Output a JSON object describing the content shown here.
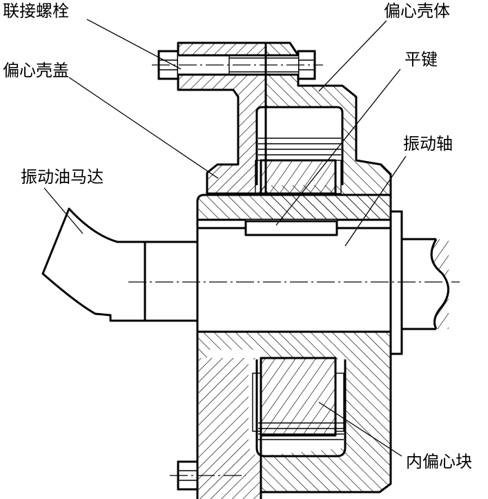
{
  "labels": {
    "bolt": "联接螺栓",
    "housing": "偏心壳体",
    "cover": "偏心壳盖",
    "key": "平键",
    "motor": "振动油马达",
    "shaft": "振动轴",
    "inner_block": "内偏心块"
  }
}
